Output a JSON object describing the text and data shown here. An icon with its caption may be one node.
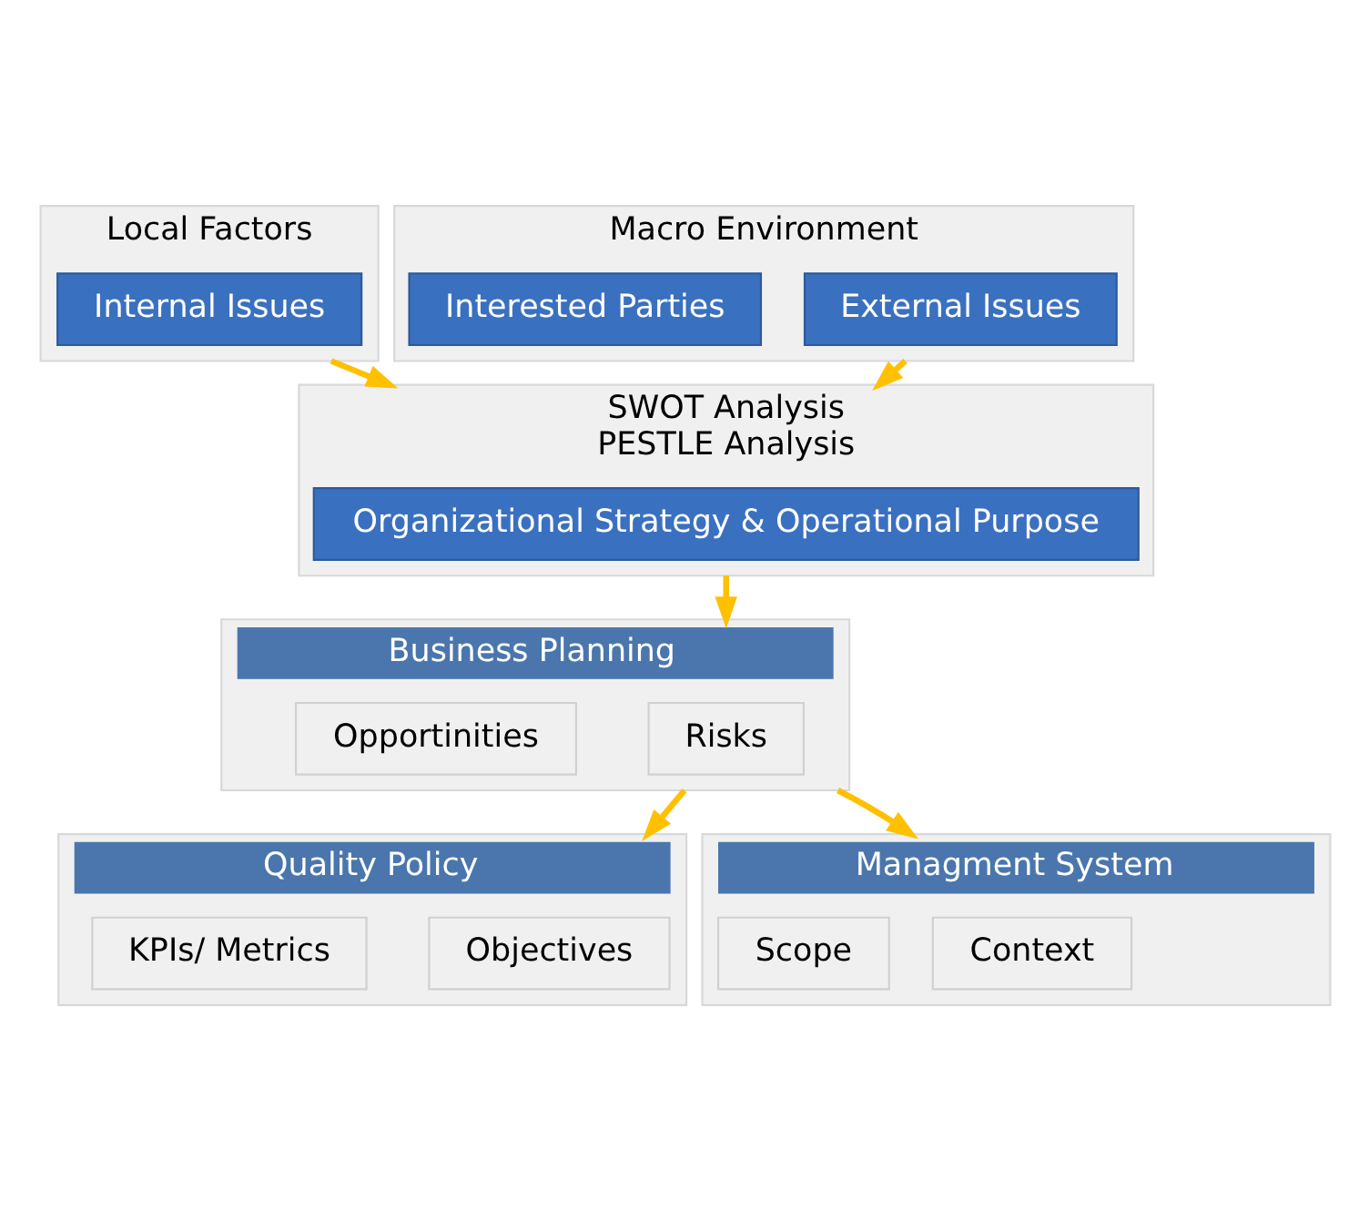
{
  "diagram": {
    "nodes": [
      {
        "text": [
          "Local Factors"
        ]
      },
      {
        "text": [
          "Internal Issues"
        ],
        "in": 0
      },
      {
        "text": [
          "Macro Environment"
        ]
      },
      {
        "text": [
          "External Issues"
        ],
        "in": 2
      },
      {
        "text": [
          "Interested Parties"
        ],
        "in": 2
      },
      {
        "text": [
          "SWOT Analysis",
          "PESTLE Analysis"
        ]
      },
      {
        "text": [
          "Organizational Strategy & Operational Purpose"
        ],
        "in": 5
      },
      {
        "text": [
          "Business Planning"
        ]
      },
      {
        "text": [
          "Risks"
        ],
        "in": 7
      },
      {
        "text": [
          "Opportinities"
        ],
        "in": 7
      },
      {
        "text": [
          "Quality Policy"
        ]
      },
      {
        "text": [
          "Objectives"
        ],
        "in": 10
      },
      {
        "text": [
          "KPIs/ Metrics"
        ],
        "in": 10
      },
      {
        "text": [
          "Managment System"
        ]
      },
      {
        "text": [
          "Context"
        ],
        "in": 13
      },
      {
        "text": [
          "Scope"
        ],
        "in": 13
      }
    ],
    "edges": [
      {
        "from": 0,
        "to": 5,
        "arrow": "to",
        "color": "#ffc000"
      },
      {
        "from": 2,
        "to": 5,
        "arrow": "to",
        "color": "#ffc000"
      },
      {
        "from": 5,
        "to": 7,
        "arrow": "to",
        "color": "#ffc000"
      },
      {
        "from": 7,
        "to": 10,
        "arrow": "to",
        "color": "#ffc000"
      },
      {
        "from": 7,
        "to": 13,
        "arrow": "to",
        "color": "#ffc000"
      }
    ]
  }
}
